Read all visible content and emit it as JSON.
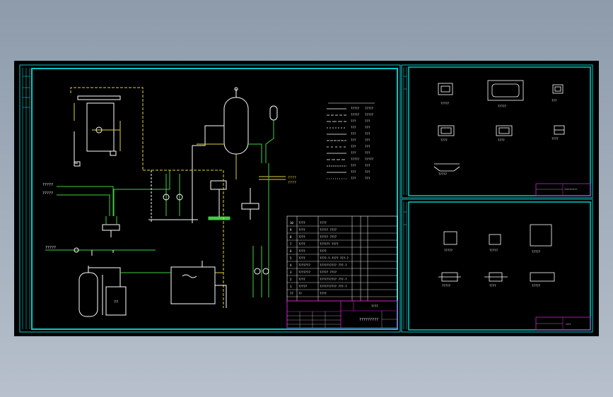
{
  "colors": {
    "background": "#000000",
    "frame": "#00c8c8",
    "line": "#ffffff",
    "pipe_green": "#40d040",
    "pipe_yellow": "#e0d040",
    "title_block": "#d020d0",
    "label_red": "#ff4040"
  },
  "main_sheet": {
    "left_inlet_labels": [
      "?????",
      "?????"
    ],
    "top_inlet_label": "?????",
    "outlet_labels": [
      "????",
      "????"
    ],
    "tank_label": "??",
    "legend": {
      "rows": [
        {
          "code": "?????",
          "desc": "?????"
        },
        {
          "code": "?????",
          "desc": "?????"
        },
        {
          "code": "???",
          "desc": "???"
        },
        {
          "code": "???",
          "desc": "???"
        },
        {
          "code": "???",
          "desc": "???"
        },
        {
          "code": "???",
          "desc": "???"
        },
        {
          "code": "???",
          "desc": "???"
        },
        {
          "code": "???",
          "desc": "???"
        },
        {
          "code": "?????",
          "desc": "?????"
        },
        {
          "code": "???",
          "desc": "???"
        },
        {
          "code": "???",
          "desc": "???"
        },
        {
          "code": "???",
          "desc": "???"
        }
      ]
    },
    "equipment_table": {
      "rows": [
        {
          "no": "10",
          "name": "????",
          "spec": "????"
        },
        {
          "no": "9",
          "name": "????",
          "spec": "????? ????"
        },
        {
          "no": "8",
          "name": "????",
          "spec": "????? ????"
        },
        {
          "no": "7",
          "name": "????",
          "spec": "?????? ????"
        },
        {
          "no": "6",
          "name": "????",
          "spec": "????"
        },
        {
          "no": "5",
          "name": "????",
          "spec": "????-?-???? ???-?"
        },
        {
          "no": "4",
          "name": "???????",
          "spec": "?????????? ???-?"
        },
        {
          "no": "3",
          "name": "???????",
          "spec": "????? ????"
        },
        {
          "no": "2",
          "name": "????",
          "spec": "?????????? ???-?"
        },
        {
          "no": "1",
          "name": "?????",
          "spec": "?????????? ???-?"
        },
        {
          "no": "??",
          "name": "??",
          "spec": "????"
        }
      ]
    },
    "title_block": {
      "drawing_title": "?????????",
      "drawing_no": "????"
    }
  },
  "detail_sheet_top": {
    "captions": [
      "?????",
      "?????",
      "???",
      "????",
      "????",
      "????",
      "?????"
    ],
    "title_block": {
      "drawing_title": "??????????"
    }
  },
  "detail_sheet_bottom": {
    "captions": [
      "?????",
      "?????",
      "?????",
      "?????",
      "????",
      "?????"
    ],
    "title_block": {
      "drawing_title": "????"
    }
  }
}
